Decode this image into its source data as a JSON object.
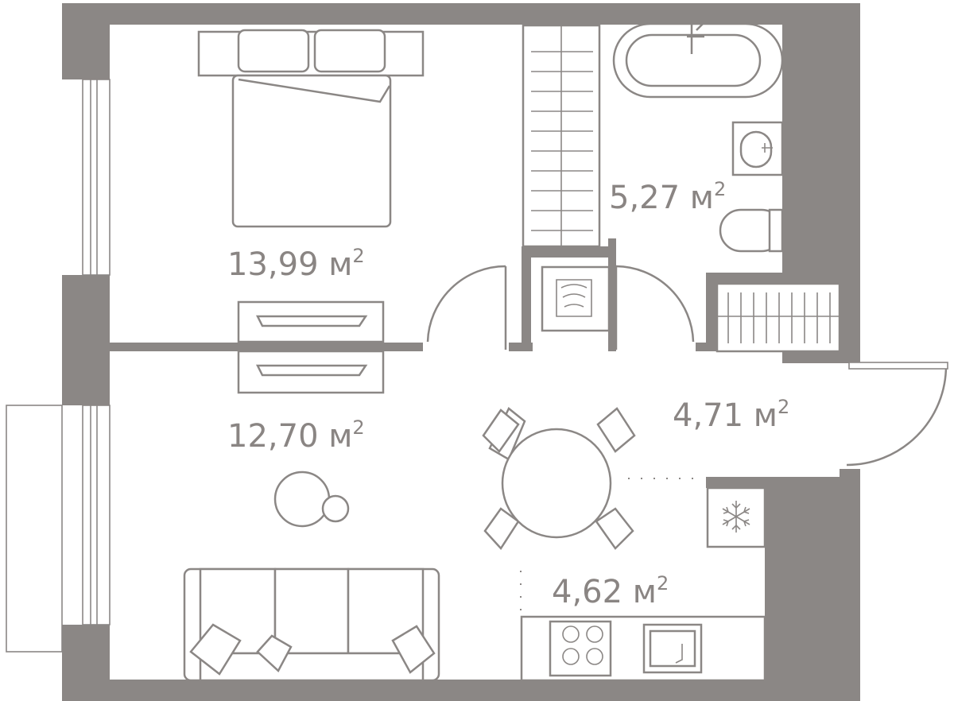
{
  "plan": {
    "rooms": [
      {
        "id": "bedroom",
        "area": "13,99",
        "unit": "м",
        "exp": "2"
      },
      {
        "id": "bathroom",
        "area": "5,27",
        "unit": "м",
        "exp": "2"
      },
      {
        "id": "hallway",
        "area": "4,71",
        "unit": "м",
        "exp": "2"
      },
      {
        "id": "living",
        "area": "12,70",
        "unit": "м",
        "exp": "2"
      },
      {
        "id": "kitchen",
        "area": "4,62",
        "unit": "м",
        "exp": "2"
      }
    ],
    "colors": {
      "wall": "#8b8785",
      "text": "#8a8583",
      "background": "#ffffff"
    },
    "icons": [
      "snowflake-icon"
    ]
  }
}
